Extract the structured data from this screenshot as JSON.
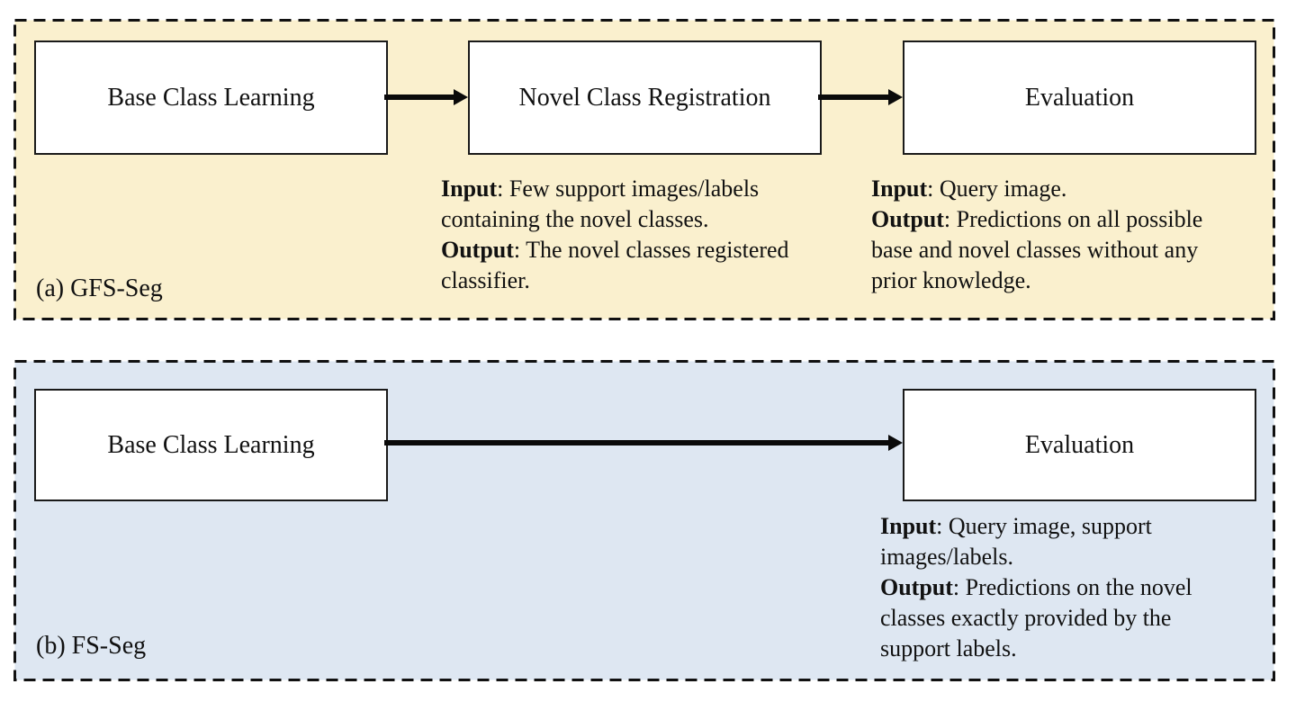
{
  "diagram": {
    "panels": [
      {
        "label": "(a) GFS-Seg",
        "bg_color": "#FAF0CE",
        "border_color": "#111111",
        "boxes": {
          "box1": "Base Class Learning",
          "box2": "Novel Class Registration",
          "box3": "Evaluation"
        },
        "notes": {
          "registration": {
            "lines": [
              {
                "bold": "Input",
                "rest": ": Few support images/labels"
              },
              {
                "bold": "",
                "rest": "containing the novel classes."
              },
              {
                "bold": "Output",
                "rest": ": The novel classes registered"
              },
              {
                "bold": "",
                "rest": "classifier."
              }
            ]
          },
          "evaluation": {
            "lines": [
              {
                "bold": "Input",
                "rest": ": Query image."
              },
              {
                "bold": "Output",
                "rest": ": Predictions on all possible"
              },
              {
                "bold": "",
                "rest": "base and novel classes without any"
              },
              {
                "bold": "",
                "rest": "prior knowledge."
              }
            ]
          }
        }
      },
      {
        "label": "(b) FS-Seg",
        "bg_color": "#DEE7F2",
        "border_color": "#111111",
        "boxes": {
          "box1": "Base Class Learning",
          "box2": "Evaluation"
        },
        "notes": {
          "evaluation": {
            "lines": [
              {
                "bold": "Input",
                "rest": ": Query image, support"
              },
              {
                "bold": "",
                "rest": "images/labels."
              },
              {
                "bold": "Output",
                "rest": ": Predictions on the novel"
              },
              {
                "bold": "",
                "rest": "classes exactly provided by the"
              },
              {
                "bold": "",
                "rest": "support labels."
              }
            ]
          }
        }
      }
    ]
  }
}
